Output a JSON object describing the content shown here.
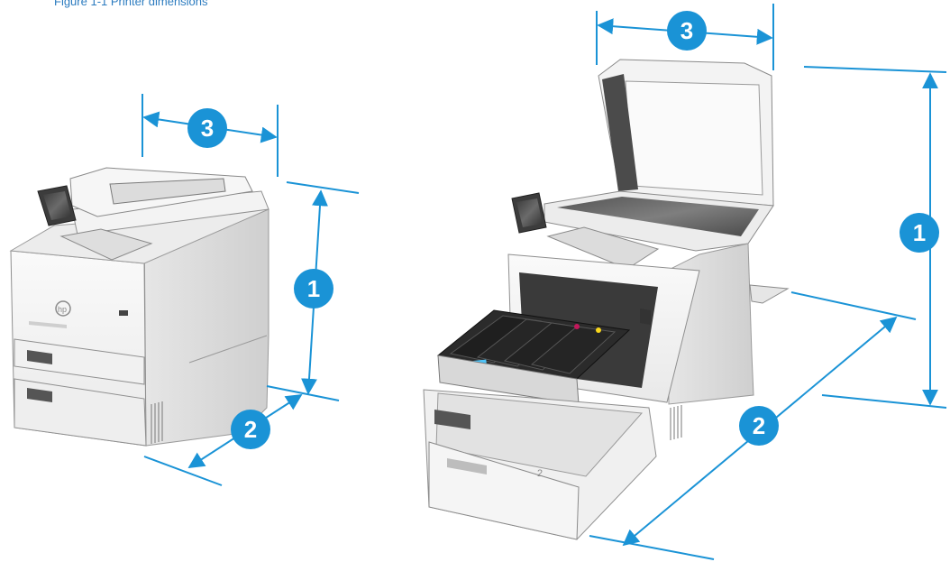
{
  "caption": {
    "text": "Figure 1-1 Printer dimensions"
  },
  "colors": {
    "dimension_line": "#1a93d6",
    "callout_fill": "#1a93d6",
    "callout_text": "#ffffff",
    "printer_light": "#f2f2f2",
    "printer_mid": "#d9d9d9",
    "printer_dark": "#4a4a4a"
  },
  "left_printer": {
    "state": "closed",
    "callouts": [
      {
        "id": "height",
        "label": "1"
      },
      {
        "id": "depth",
        "label": "2"
      },
      {
        "id": "width",
        "label": "3"
      }
    ],
    "logo_text": "hp"
  },
  "right_printer": {
    "state": "open",
    "callouts": [
      {
        "id": "height",
        "label": "1"
      },
      {
        "id": "depth",
        "label": "2"
      },
      {
        "id": "width",
        "label": "3"
      }
    ],
    "tray_number": "2"
  }
}
